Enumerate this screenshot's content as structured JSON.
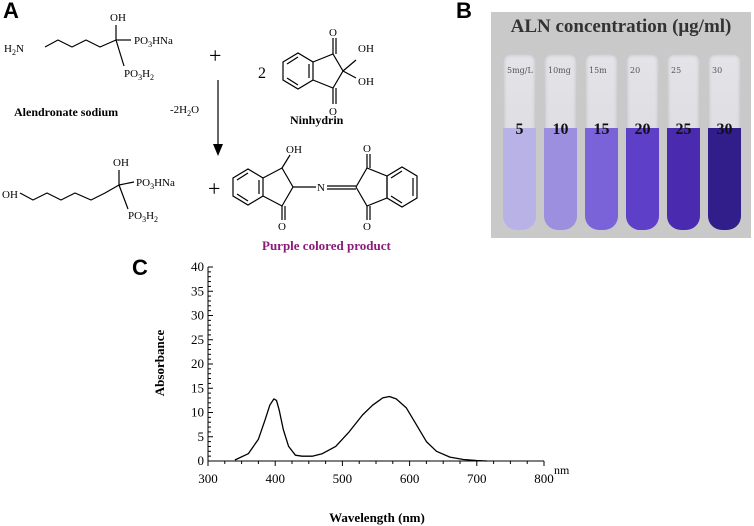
{
  "panels": {
    "a": "A",
    "b": "B",
    "c": "C"
  },
  "reaction": {
    "reactant1_name": "Alendronate sodium",
    "reactant2_name": "Ninhydrin",
    "coefficient": "2",
    "plus": "+",
    "condition": "-2H",
    "condition_sub": "2",
    "condition_tail": "O",
    "product_name": "Purple colored product",
    "product_color": "#8b1a7a"
  },
  "photo": {
    "title": "ALN concentration (μg/ml)",
    "tubes": [
      {
        "label": "5",
        "mark": "5mg/L",
        "color": "#b9b2e6"
      },
      {
        "label": "10",
        "mark": "10mg",
        "color": "#9c8fe0"
      },
      {
        "label": "15",
        "mark": "15m",
        "color": "#7a63d8"
      },
      {
        "label": "20",
        "mark": "20",
        "color": "#5d3fc8"
      },
      {
        "label": "25",
        "mark": "25",
        "color": "#4a2bb0"
      },
      {
        "label": "30",
        "mark": "30",
        "color": "#311e8a"
      }
    ]
  },
  "chart_data": {
    "type": "line",
    "title": "",
    "xlabel": "Wavelength (nm)",
    "ylabel": "Absorbance",
    "x_unit": "nm",
    "xlim": [
      300,
      800
    ],
    "ylim": [
      0,
      40
    ],
    "xticks": [
      "300",
      "400",
      "500",
      "600",
      "700",
      "800"
    ],
    "yticks": [
      "0",
      "5",
      "10",
      "15",
      "20",
      "25",
      "30",
      "35",
      "40"
    ],
    "series": [
      {
        "x": [
          340,
          360,
          375,
          385,
          392,
          398,
          402,
          406,
          412,
          420,
          430,
          440,
          455,
          470,
          490,
          510,
          530,
          545,
          560,
          570,
          580,
          595,
          610,
          625,
          640,
          660,
          680,
          700,
          715
        ],
        "y": [
          0.2,
          1.5,
          4.5,
          8.5,
          11.5,
          12.8,
          12.5,
          10.5,
          6.5,
          3.0,
          1.2,
          1.0,
          1.0,
          1.5,
          3.0,
          6.0,
          9.5,
          11.5,
          13.0,
          13.3,
          12.8,
          11.0,
          7.5,
          4.0,
          2.0,
          0.8,
          0.3,
          0.1,
          0.0
        ]
      }
    ]
  }
}
